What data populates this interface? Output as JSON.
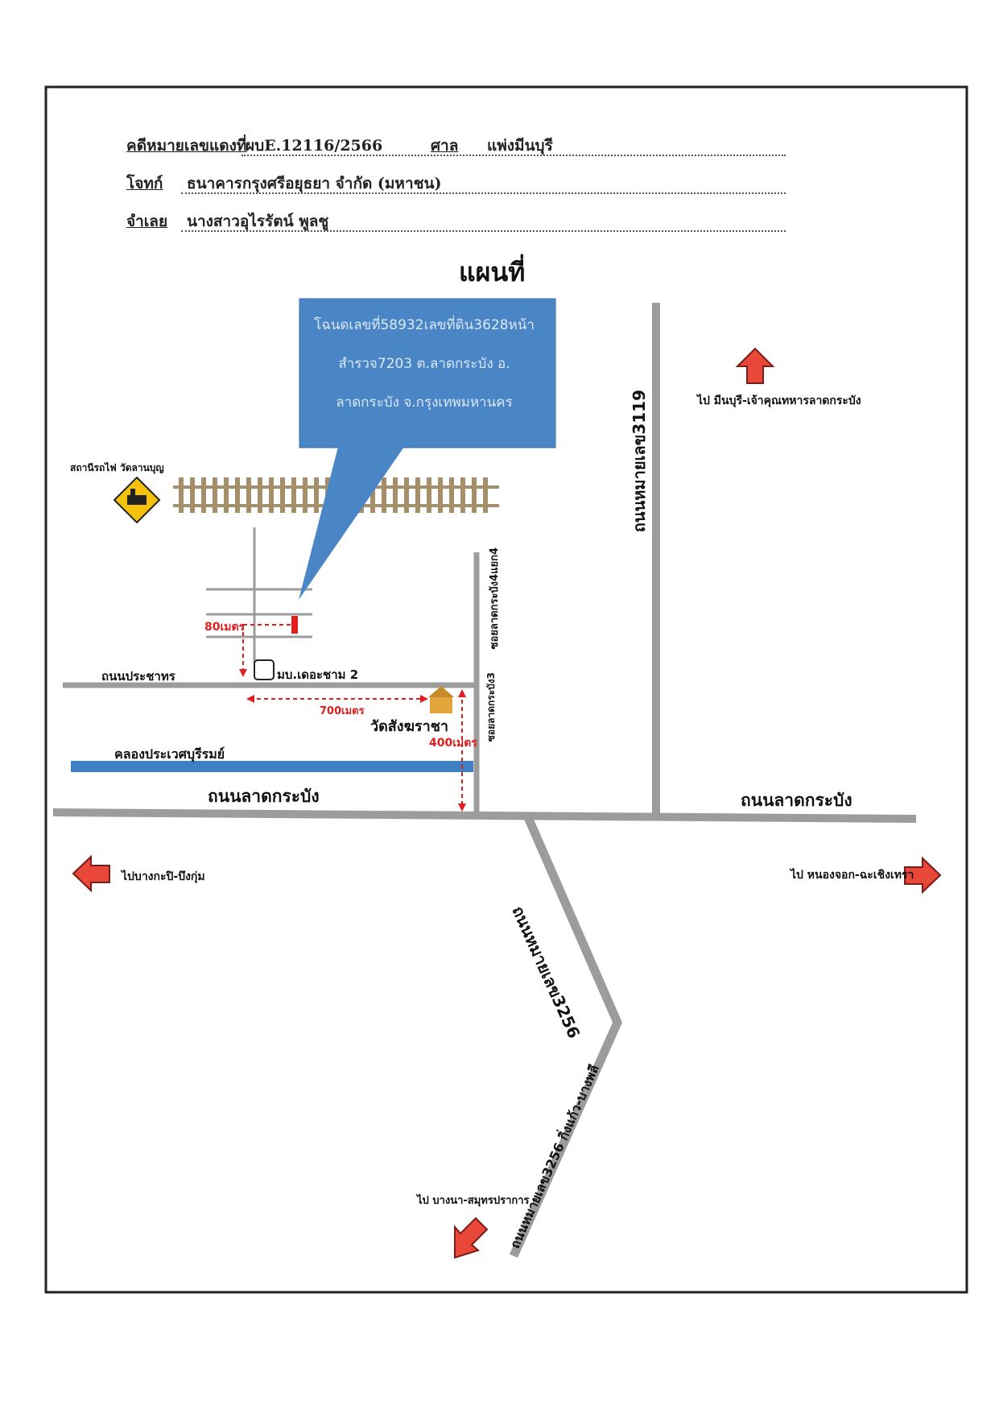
{
  "header": {
    "case_label": "คดีหมายเลขแดงที่",
    "case_no": "ผบE.12116/2566",
    "court_label": "ศาล",
    "court": "แพ่งมีนบุรี",
    "plaintiff_label": "โจทก์",
    "plaintiff": "ธนาคารกรุงศรีอยุธยา จำกัด (มหาชน)",
    "defendant_label": "จำเลย",
    "defendant": "นางสาวอุไรรัตน์ พูลชู"
  },
  "title": "แผนที่",
  "callout": {
    "line1": "โฉนดเลขที่58932เลขที่ดิน3628หน้า",
    "line2": "สำรวจ7203 ต.ลาดกระบัง อ.",
    "line3": "ลาดกระบัง จ.กรุงเทพมหานคร"
  },
  "labels": {
    "station": "สถานีรถไฟ วัดลานบุญ",
    "road_3119": "ถนนหมายเลข3119",
    "to_minburi": "ไป มีนบุรี-เจ้าคุณทหารลาดกระบัง",
    "soi_4": "ซอยลาดกระบัง4แยก4",
    "soi_3": "ซอยลาดกระบัง3",
    "dist_80": "80เมตร",
    "road_pracha": "ถนนประชาทร",
    "village": "มบ.เดอะชาม 2",
    "dist_700": "700เมตร",
    "temple": "วัดสังฆราชา",
    "dist_400": "400เมตร",
    "canal": "คลองประเวศบุรีรมย์",
    "road_lk_left": "ถนนลาดกระบัง",
    "road_lk_right": "ถนนลาดกระบัง",
    "to_bangkapi": "ไปบางกะปิ-บึงกุ่ม",
    "to_nongchok": "ไป หนองจอก-ฉะเชิงเทรา",
    "road_3256": "ถนนหมายเลข3256",
    "road_3256_b": "ถนนหมายเลข3256 กิ่งแก้ว-บางพลี",
    "to_bangna": "ไป บางนา-สมุทรปราการ"
  },
  "colors": {
    "road": "#9c9c9c",
    "canal": "#3f7fc4",
    "callout": "#4a86c6",
    "arrow": "#e8473a",
    "distance": "#e01e1e",
    "rail": "#a58f6b"
  }
}
